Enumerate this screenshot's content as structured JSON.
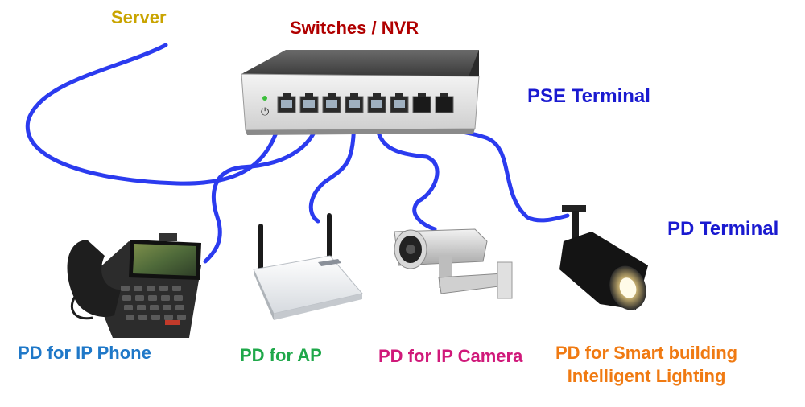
{
  "labels": {
    "server": "Server",
    "switch": "Switches / NVR",
    "pse_terminal": "PSE Terminal",
    "pd_terminal": "PD Terminal",
    "pd_phone": "PD for IP Phone",
    "pd_ap": "PD for AP",
    "pd_camera": "PD for IP Camera",
    "pd_lighting_line1": "PD for Smart building",
    "pd_lighting_line2": "Intelligent Lighting"
  },
  "colors": {
    "server": "#c9a400",
    "switch": "#b00000",
    "pse_terminal": "#1a1ad0",
    "pd_terminal": "#1a1ad0",
    "pd_phone": "#1f78c8",
    "pd_ap": "#1fa84a",
    "pd_camera": "#d0197a",
    "pd_lighting": "#f07a12",
    "cable": "#2b3bef"
  },
  "icons": {
    "switch": "network-switch-icon",
    "phone": "ip-phone-icon",
    "ap": "wireless-access-point-icon",
    "camera": "ip-camera-icon",
    "light": "spotlight-icon"
  }
}
